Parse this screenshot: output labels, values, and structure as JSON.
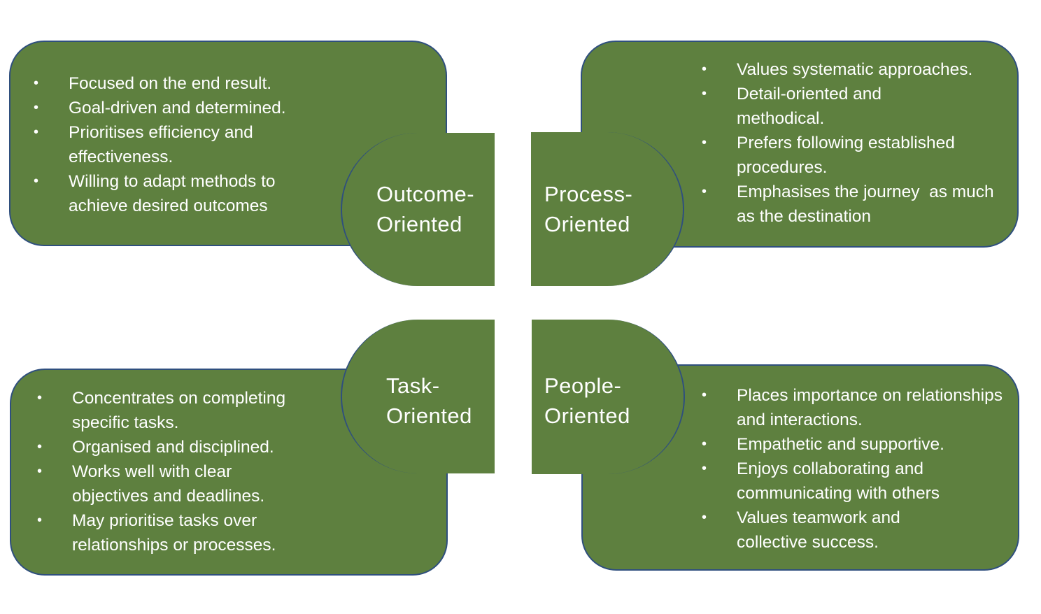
{
  "colors": {
    "fill": "#5e803f",
    "border": "#2f4f7e",
    "text": "#ffffff"
  },
  "quadrants": {
    "outcome": {
      "label_line1": "Outcome-",
      "label_line2": "Oriented",
      "bullets": [
        "Focused on the end result.",
        "Goal-driven and determined.",
        "Prioritises efficiency and effectiveness.",
        "Willing to adapt methods to achieve desired outcomes"
      ]
    },
    "process": {
      "label_line1": "Process-",
      "label_line2": "Oriented",
      "bullets": [
        "Values systematic approaches.",
        "Detail-oriented and methodical.",
        "Prefers following established procedures.",
        "Emphasises the journey  as much as the destination"
      ]
    },
    "task": {
      "label_line1": "Task-",
      "label_line2": "Oriented",
      "bullets": [
        "Concentrates on completing specific tasks.",
        "Organised and disciplined.",
        "Works well with clear objectives and deadlines.",
        "May prioritise tasks over relationships or processes."
      ]
    },
    "people": {
      "label_line1": "People-",
      "label_line2": "Oriented",
      "bullets": [
        "Places importance on relationships and interactions.",
        "Empathetic and supportive.",
        "Enjoys collaborating and communicating with others",
        "Values teamwork and collective success."
      ]
    }
  }
}
